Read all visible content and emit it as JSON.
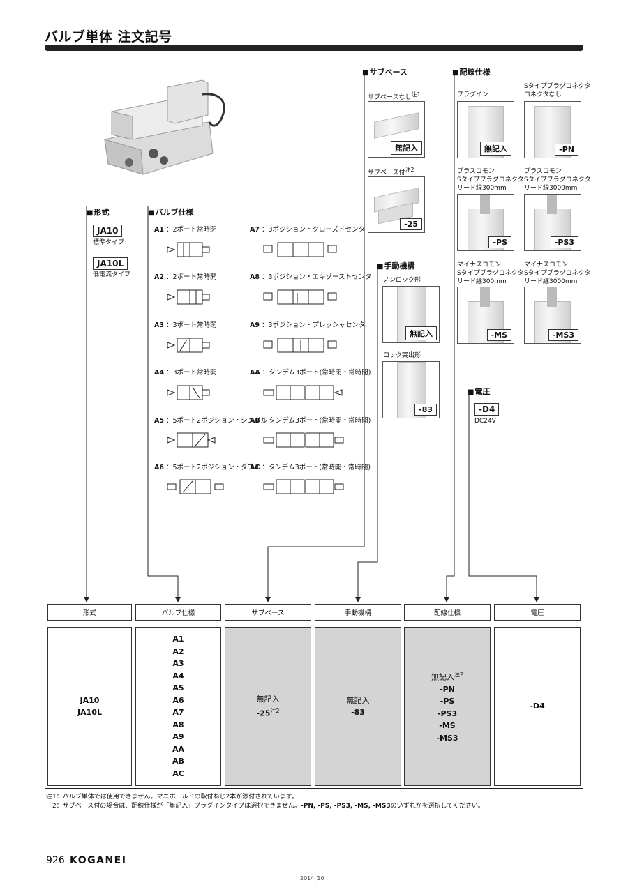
{
  "page_title": "バルブ単体 注文記号",
  "sections": {
    "model": "形式",
    "valve_spec": "バルブ仕様",
    "subbase": "サブベース",
    "manual": "手動機構",
    "wiring": "配線仕様",
    "voltage": "電圧"
  },
  "model": [
    {
      "code": "JA10",
      "desc": "標準タイプ"
    },
    {
      "code": "JA10L",
      "desc": "低電流タイプ"
    }
  ],
  "valves": [
    {
      "code": "A1",
      "name": "2ポート常時閉"
    },
    {
      "code": "A2",
      "name": "2ポート常時開"
    },
    {
      "code": "A3",
      "name": "3ポート常時閉"
    },
    {
      "code": "A4",
      "name": "3ポート常時開"
    },
    {
      "code": "A5",
      "name": "5ポート2ポジション・シングル"
    },
    {
      "code": "A6",
      "name": "5ポート2ポジション・ダブル"
    },
    {
      "code": "A7",
      "name": "3ポジション・クローズドセンタ"
    },
    {
      "code": "A8",
      "name": "3ポジション・エキゾーストセンタ"
    },
    {
      "code": "A9",
      "name": "3ポジション・プレッシャセンタ"
    },
    {
      "code": "AA",
      "name": "タンデム3ポート(常時閉・常時閉)"
    },
    {
      "code": "AB",
      "name": "タンデム3ポート(常時開・常時開)"
    },
    {
      "code": "AC",
      "name": "タンデム3ポート(常時開・常時閉)"
    }
  ],
  "subbase": {
    "none_label": "サブベースなし",
    "none_note": "注1",
    "none_code": "無記入",
    "with_label": "サブベース付",
    "with_note": "注2",
    "with_code": "-25"
  },
  "manual": {
    "nonlock_label": "ノンロック形",
    "nonlock_code": "無記入",
    "lock_label": "ロック突出形",
    "lock_code": "-83"
  },
  "wiring": {
    "plugin_label": "プラグイン",
    "plugin_code": "無記入",
    "pn_label1": "Sタイププラグコネクタ",
    "pn_label2": "コネクタなし",
    "pn_code": "-PN",
    "ps_label1": "プラスコモン",
    "ps_label2": "Sタイププラグコネクタ",
    "ps_label3": "リード線300mm",
    "ps_code": "-PS",
    "ps3_label1": "プラスコモン",
    "ps3_label2": "Sタイププラグコネクタ",
    "ps3_label3": "リード線3000mm",
    "ps3_code": "-PS3",
    "ms_label1": "マイナスコモン",
    "ms_label2": "Sタイププラグコネクタ",
    "ms_label3": "リード線300mm",
    "ms_code": "-MS",
    "ms3_label1": "マイナスコモン",
    "ms3_label2": "Sタイププラグコネクタ",
    "ms3_label3": "リード線3000mm",
    "ms3_code": "-MS3"
  },
  "voltage": {
    "code": "-D4",
    "desc": "DC24V"
  },
  "table": {
    "model_values": [
      "JA10",
      "JA10L"
    ],
    "valve_values": [
      "A1",
      "A2",
      "A3",
      "A4",
      "A5",
      "A6",
      "A7",
      "A8",
      "A9",
      "AA",
      "AB",
      "AC"
    ],
    "subbase_values": [
      "無記入",
      "-25"
    ],
    "subbase_note": "注2",
    "manual_values": [
      "無記入",
      "-83"
    ],
    "wiring_first": "無記入",
    "wiring_first_note": "注2",
    "wiring_values": [
      "-PN",
      "-PS",
      "-PS3",
      "-MS",
      "-MS3"
    ],
    "voltage_values": [
      "-D4"
    ]
  },
  "notes": {
    "n1": "注1：バルブ単体では使用できません。マニホールドの取付ねじ2本が添付されています。",
    "n2a": "2：サブベース付の場合は、配線仕様が「無記入」プラグインタイプは選択できません。",
    "n2b": "-PN, -PS, -PS3, -MS, -MS3",
    "n2c": "のいずれかを選択してください。"
  },
  "footer": {
    "page": "926",
    "brand": "KOGANEI",
    "date": "2014_10"
  }
}
